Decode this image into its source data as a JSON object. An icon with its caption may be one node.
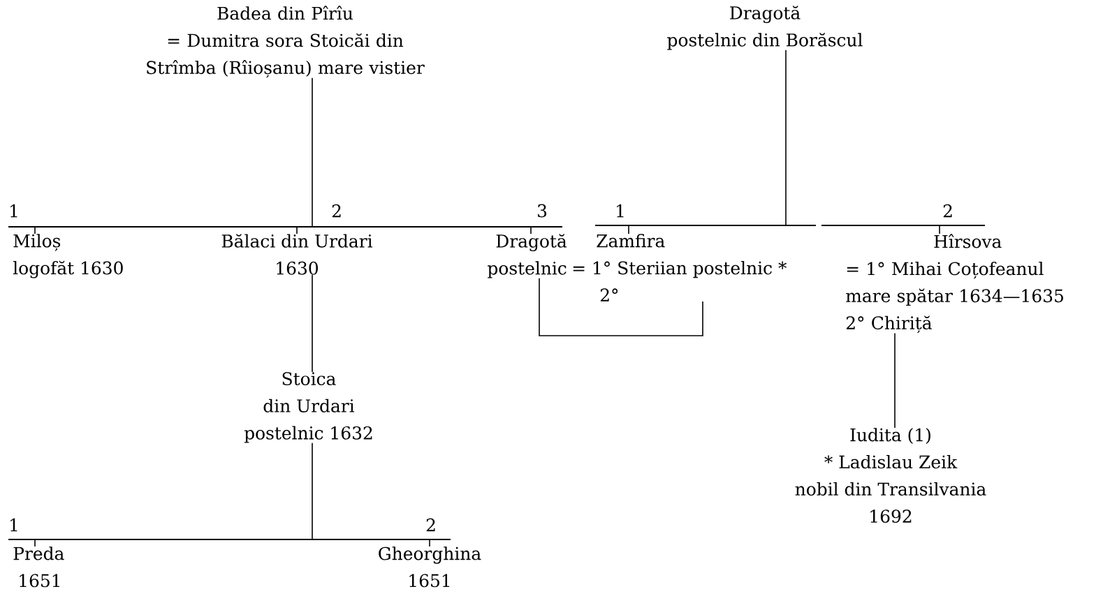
{
  "diagram": {
    "nodes": [
      {
        "text": [
          "Badea din Pîrîu",
          "= Dumitra sora Stoicăi din Strîmba (Rîioșanu) mare vistier"
        ]
      },
      {
        "text": [
          "Dragotă",
          "postelnic din Borăscul"
        ]
      },
      {
        "text": [],
        "shape": "bar"
      },
      {
        "text": [],
        "shape": "bar"
      },
      {
        "text": [],
        "shape": "bar"
      },
      {
        "text": [
          "Miloș",
          "logofăt 1630"
        ]
      },
      {
        "text": [
          "Bălaci din Urdari",
          "1630"
        ]
      },
      {
        "text": [
          "Dragotă",
          "postelnic"
        ]
      },
      {
        "text": [
          "Zamfira",
          "= 1° Steriian postelnic *",
          "2°"
        ]
      },
      {
        "text": [
          "Hîrsova",
          "= 1° Mihai Coțofeanul mare spătar 1634—1635",
          "2° Chiriță"
        ]
      },
      {
        "text": [
          "Stoica",
          "din Urdari",
          "postelnic 1632"
        ]
      },
      {
        "text": [
          "Iudita (1)",
          "* Ladislau Zeik",
          "nobil din Transilvania",
          "1692"
        ]
      },
      {
        "text": [],
        "shape": "bar"
      },
      {
        "text": [
          "Preda",
          "1651"
        ]
      },
      {
        "text": [
          "Gheorghina",
          "1651"
        ]
      }
    ],
    "edges": [
      {
        "from": 0,
        "to": 2,
        "arrow": "none"
      },
      {
        "from": 2,
        "to": 5,
        "arrow": "none"
      },
      {
        "from": 2,
        "to": 6,
        "arrow": "none"
      },
      {
        "from": 2,
        "to": 7,
        "arrow": "none"
      },
      {
        "from": 1,
        "to": 3,
        "arrow": "none"
      },
      {
        "from": 3,
        "to": 8,
        "arrow": "none"
      },
      {
        "from": 4,
        "to": 9,
        "arrow": "none"
      },
      {
        "from": 7,
        "to": 8,
        "arrow": "none"
      },
      {
        "from": 6,
        "to": 10,
        "arrow": "none"
      },
      {
        "from": 9,
        "to": 11,
        "arrow": "none"
      },
      {
        "from": 10,
        "to": 12,
        "arrow": "none"
      },
      {
        "from": 12,
        "to": 13,
        "arrow": "none"
      },
      {
        "from": 12,
        "to": 14,
        "arrow": "none"
      }
    ],
    "labels": [
      "1",
      "2",
      "3",
      "1",
      "2",
      "1",
      "2"
    ]
  }
}
